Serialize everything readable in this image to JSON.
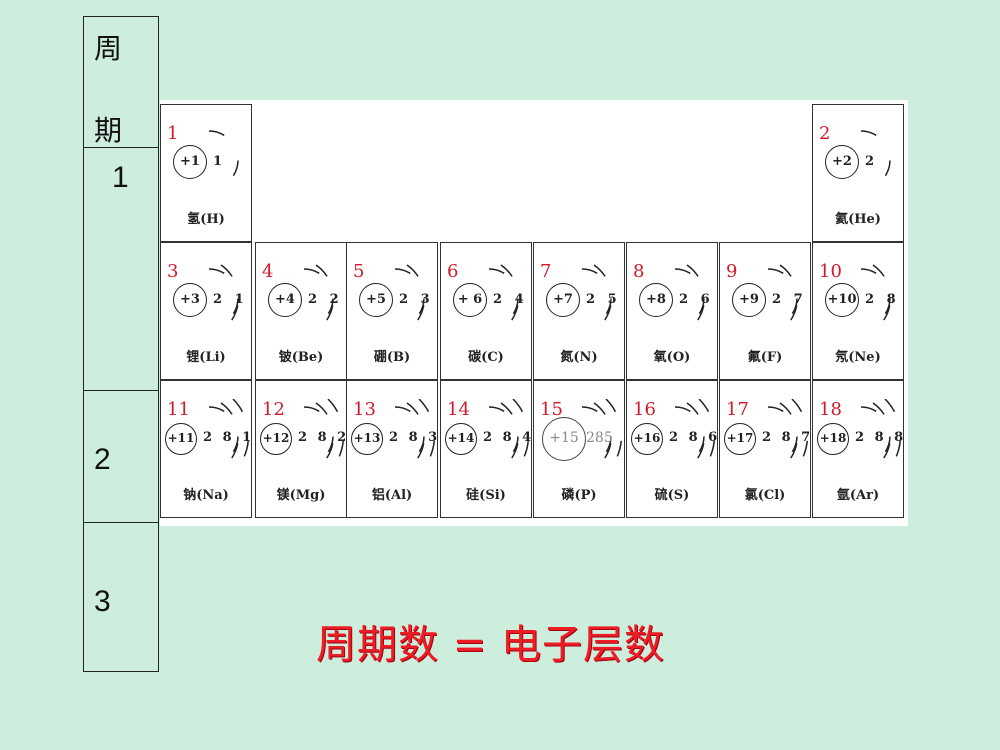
{
  "period_column": {
    "header": [
      "周",
      "期"
    ],
    "rows": [
      "1",
      "2",
      "3"
    ]
  },
  "elements": [
    {
      "z": "1",
      "nucleus": "+1",
      "shells": "1",
      "name": "氢(H)",
      "row": 1,
      "col": 1
    },
    {
      "z": "2",
      "nucleus": "+2",
      "shells": "2",
      "name": "氦(He)",
      "row": 1,
      "col": 8
    },
    {
      "z": "3",
      "nucleus": "+3",
      "shells": "2 1",
      "name": "锂(Li)",
      "row": 2,
      "col": 1
    },
    {
      "z": "4",
      "nucleus": "+4",
      "shells": "2 2",
      "name": "铍(Be)",
      "row": 2,
      "col": 2
    },
    {
      "z": "5",
      "nucleus": "+5",
      "shells": "2 3",
      "name": "硼(B)",
      "row": 2,
      "col": 3
    },
    {
      "z": "6",
      "nucleus": "+ 6",
      "shells": "2 4",
      "name": "碳(C)",
      "row": 2,
      "col": 4
    },
    {
      "z": "7",
      "nucleus": "+7",
      "shells": "2 5",
      "name": "氮(N)",
      "row": 2,
      "col": 5
    },
    {
      "z": "8",
      "nucleus": "+8",
      "shells": "2 6",
      "name": "氧(O)",
      "row": 2,
      "col": 6
    },
    {
      "z": "9",
      "nucleus": "+9",
      "shells": "2 7",
      "name": "氟(F)",
      "row": 2,
      "col": 7
    },
    {
      "z": "10",
      "nucleus": "+10",
      "shells": "2 8",
      "name": "氖(Ne)",
      "row": 2,
      "col": 8
    },
    {
      "z": "11",
      "nucleus": "+11",
      "shells": "2 8 1",
      "name": "钠(Na)",
      "row": 3,
      "col": 1
    },
    {
      "z": "12",
      "nucleus": "+12",
      "shells": "2 8 2",
      "name": "镁(Mg)",
      "row": 3,
      "col": 2
    },
    {
      "z": "13",
      "nucleus": "+13",
      "shells": "2 8 3",
      "name": "铝(Al)",
      "row": 3,
      "col": 3
    },
    {
      "z": "14",
      "nucleus": "+14",
      "shells": "2 8 4",
      "name": "硅(Si)",
      "row": 3,
      "col": 4
    },
    {
      "z": "15",
      "nucleus": "+15",
      "shells": "285",
      "name": "磷(P)",
      "row": 3,
      "col": 5
    },
    {
      "z": "16",
      "nucleus": "+16",
      "shells": "2 8 6",
      "name": "硫(S)",
      "row": 3,
      "col": 6
    },
    {
      "z": "17",
      "nucleus": "+17",
      "shells": "2 8 7",
      "name": "氯(Cl)",
      "row": 3,
      "col": 7
    },
    {
      "z": "18",
      "nucleus": "+18",
      "shells": "2 8 8",
      "name": "氩(Ar)",
      "row": 3,
      "col": 8
    }
  ],
  "formula": "周期数 = 电子层数",
  "colors": {
    "background": "#cdeedd",
    "atomic_number": "#d21a2a",
    "formula": "#ee1c24"
  }
}
